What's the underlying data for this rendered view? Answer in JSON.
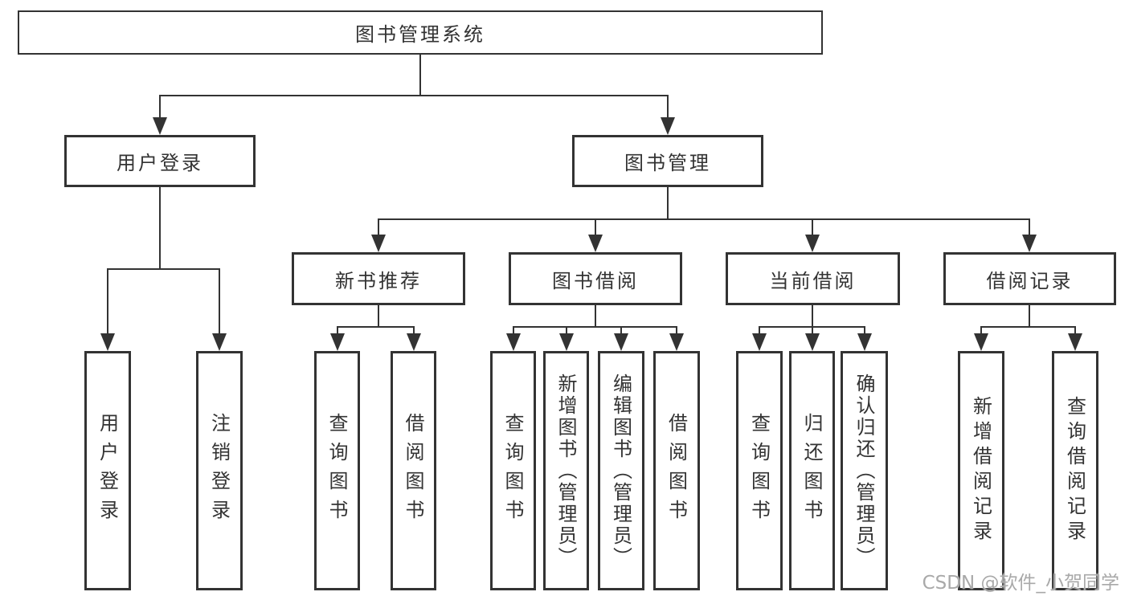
{
  "diagram": {
    "root": "图书管理系统",
    "branches": [
      {
        "label": "用户登录",
        "children": [
          {
            "label": "用户登录"
          },
          {
            "label": "注销登录"
          }
        ]
      },
      {
        "label": "图书管理",
        "children": [
          {
            "label": "新书推荐",
            "children": [
              {
                "label": "查询图书"
              },
              {
                "label": "借阅图书"
              }
            ]
          },
          {
            "label": "图书借阅",
            "children": [
              {
                "label": "查询图书"
              },
              {
                "label": "新增图书（管理员）"
              },
              {
                "label": "编辑图书（管理员）"
              },
              {
                "label": "借阅图书"
              }
            ]
          },
          {
            "label": "当前借阅",
            "children": [
              {
                "label": "查询图书"
              },
              {
                "label": "归还图书"
              },
              {
                "label": "确认归还（管理员）"
              }
            ]
          },
          {
            "label": "借阅记录",
            "children": [
              {
                "label": "新增借阅记录"
              },
              {
                "label": "查询借阅记录"
              }
            ]
          }
        ]
      }
    ]
  },
  "watermark": "CSDN @软件_小贺同学",
  "colors": {
    "line": "#333333",
    "text": "#333333",
    "watermark": "#a9a9a9",
    "background": "#ffffff"
  }
}
